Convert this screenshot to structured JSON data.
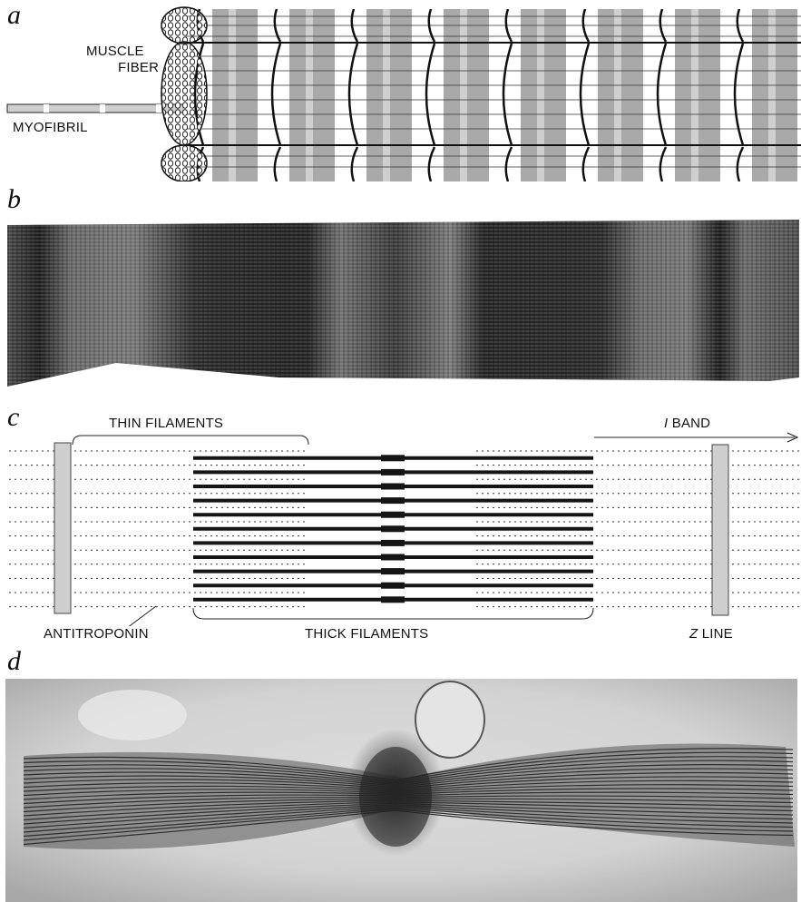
{
  "panels": {
    "a": {
      "letter": "a",
      "label_fiber_line1": "MUSCLE",
      "label_fiber_line2": "FIBER",
      "label_myofibril": "MYOFIBRIL"
    },
    "b": {
      "letter": "b"
    },
    "c": {
      "letter": "c",
      "label_thin": "THIN FILAMENTS",
      "label_iband_italic": "I",
      "label_iband_rest": " BAND",
      "label_antitroponin": "ANTITROPONIN",
      "label_thick": "THICK FILAMENTS",
      "label_zline_italic": "Z",
      "label_zline_rest": " LINE"
    },
    "d": {
      "letter": "d"
    }
  },
  "colors": {
    "band_gray": "#a9a9a9",
    "zline_fill": "#cfcfcf",
    "ink": "#151515",
    "micrograph_bg": "#d6d6d6"
  }
}
